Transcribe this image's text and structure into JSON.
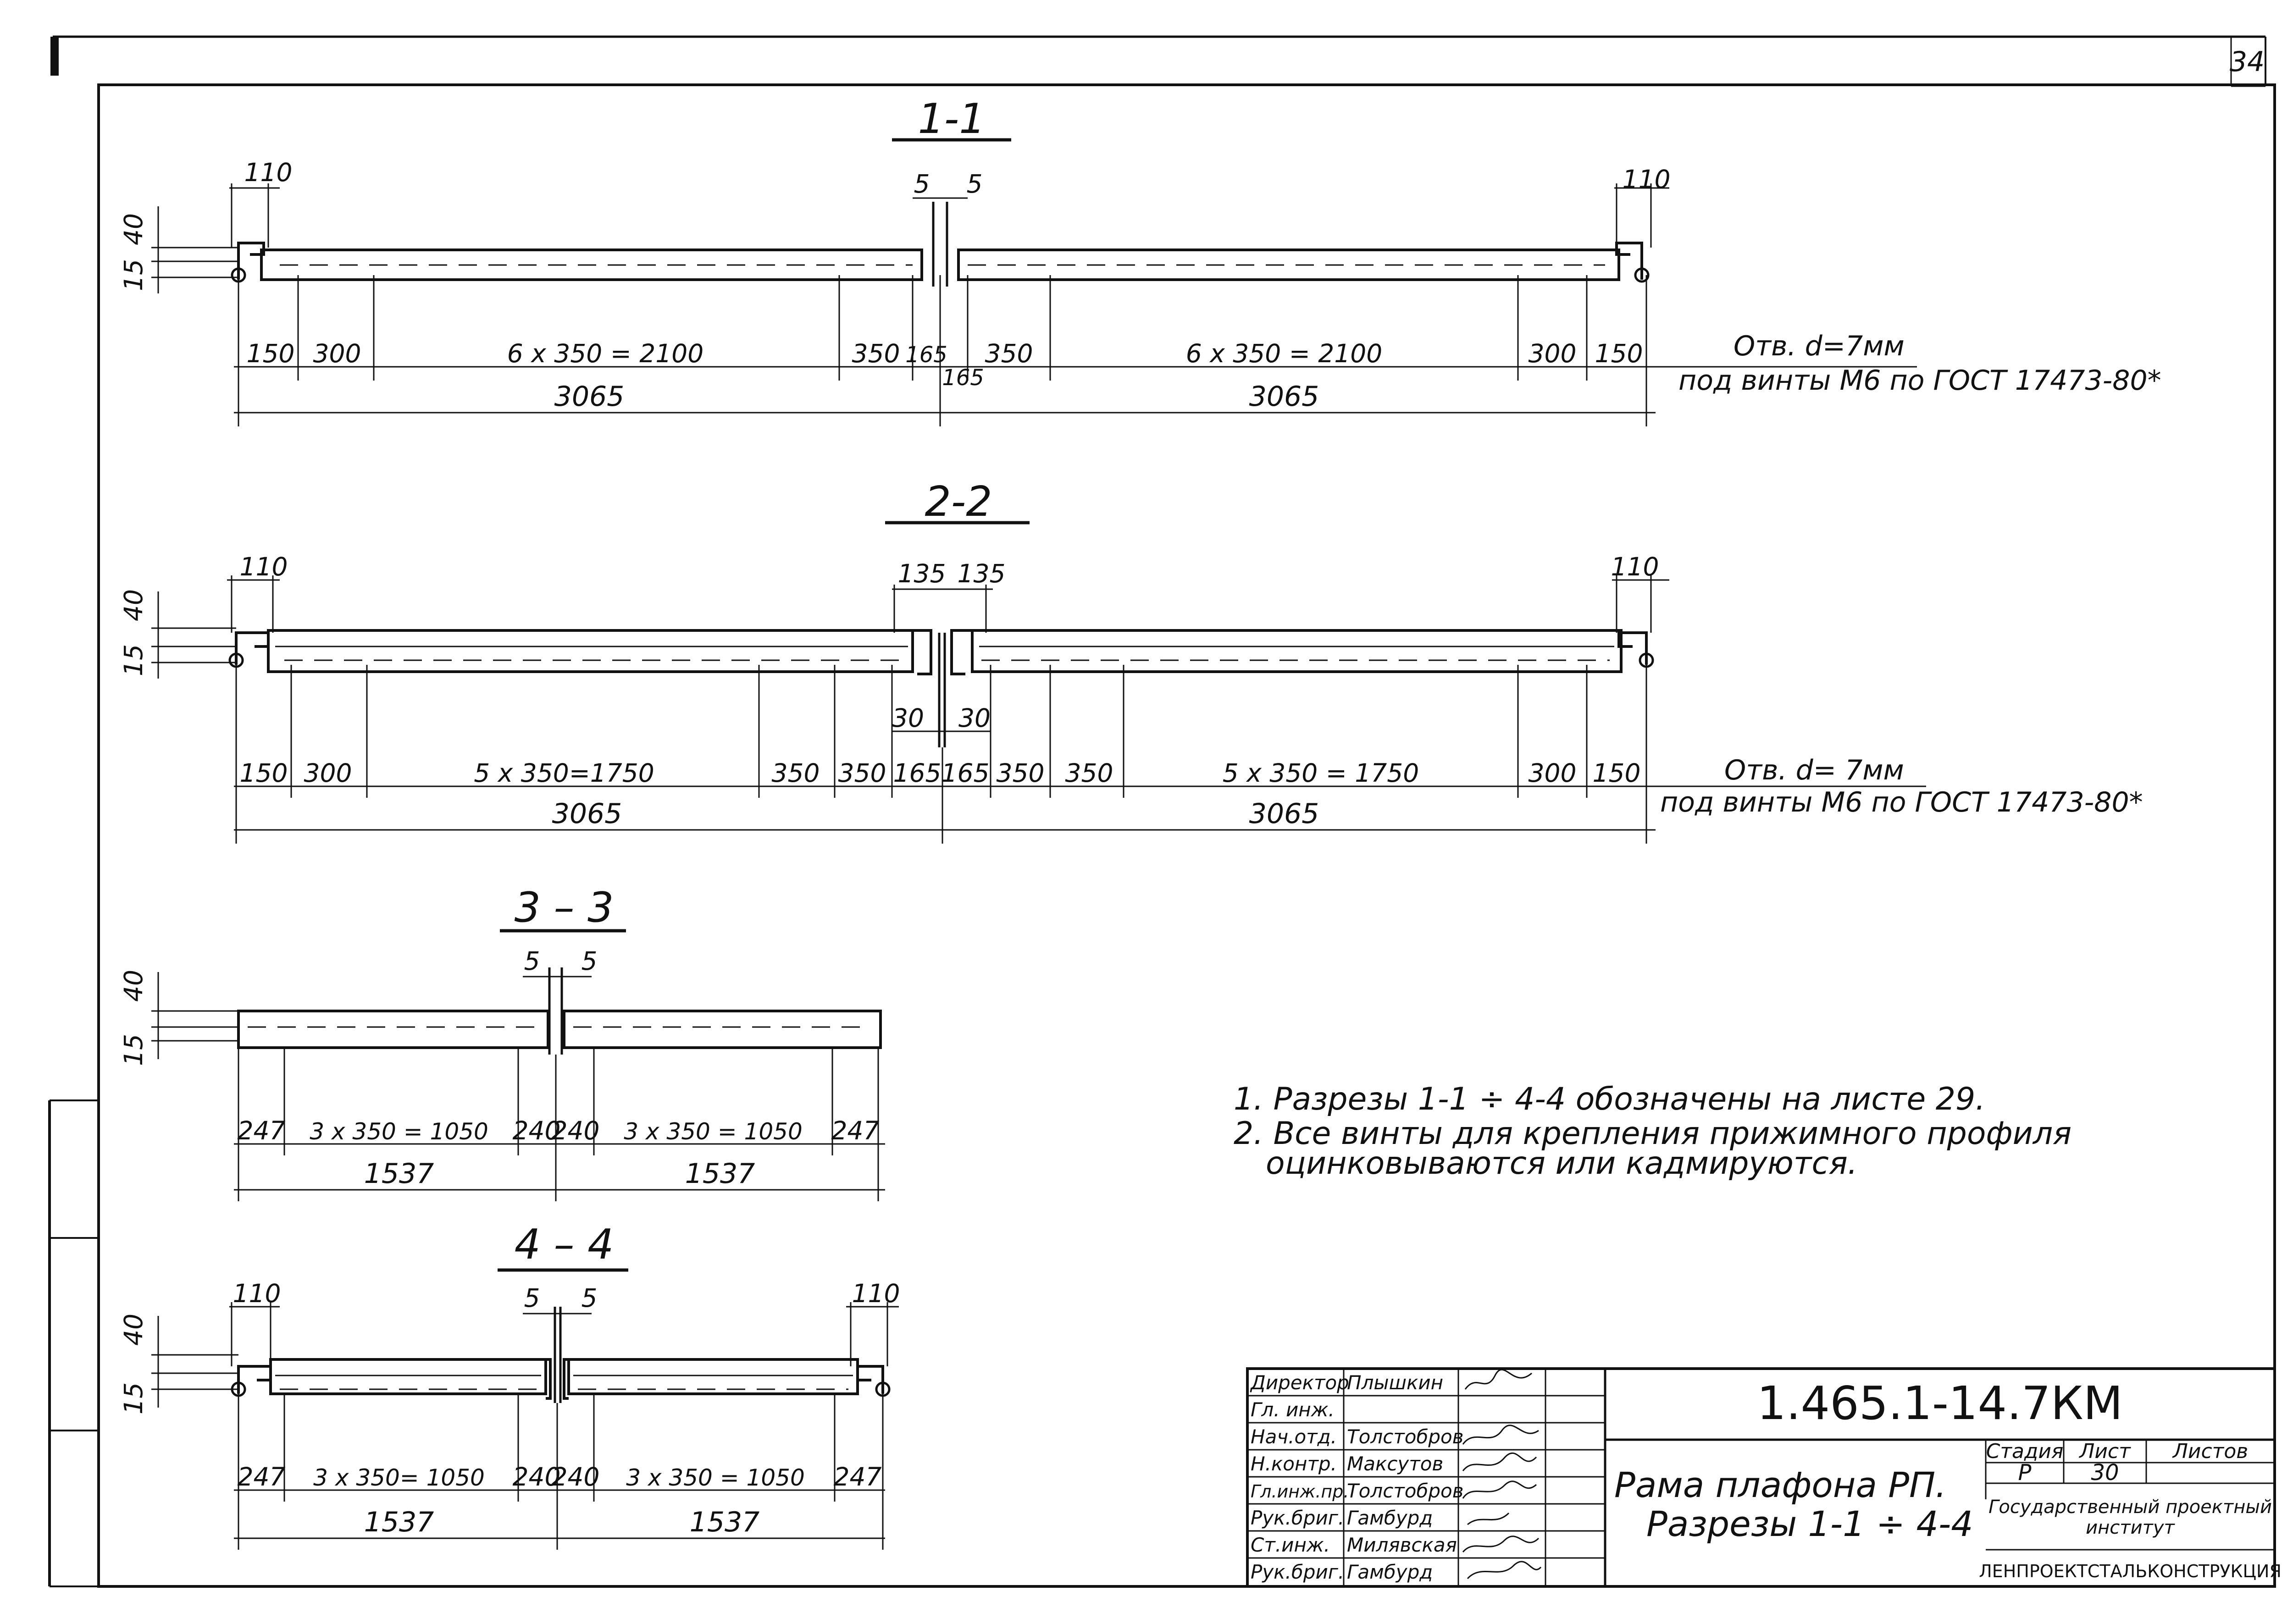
{
  "sheet_corner": "34",
  "sections": {
    "s11": {
      "title": "1-1",
      "top_dims": [
        "110",
        "5",
        "5",
        "110"
      ],
      "side_dims": [
        "40",
        "15"
      ],
      "chain": [
        "150",
        "300",
        "6 x 350 = 2100",
        "350",
        "165",
        "350",
        "6 x 350 = 2100",
        "300",
        "150"
      ],
      "center_dim": "165",
      "totals": [
        "3065",
        "3065"
      ],
      "note_line1": "Отв. d=7мм",
      "note_line2": "под винты М6 по ГОСТ 17473-80*"
    },
    "s22": {
      "title": "2-2",
      "top_dims": [
        "110",
        "135",
        "135",
        "110"
      ],
      "side_dims": [
        "40",
        "15"
      ],
      "mid_dims": [
        "30",
        "30"
      ],
      "chain": [
        "150",
        "300",
        "5 x 350=1750",
        "350",
        "350",
        "165",
        "165",
        "350",
        "350",
        "5 x 350 = 1750",
        "300",
        "150"
      ],
      "totals": [
        "3065",
        "3065"
      ],
      "note_line1": "Отв. d= 7мм",
      "note_line2": "под винты М6 по ГОСТ 17473-80*"
    },
    "s33": {
      "title": "3 – 3",
      "top_dims": [
        "5",
        "5"
      ],
      "side_dims": [
        "40",
        "15"
      ],
      "chain": [
        "247",
        "3 x 350 = 1050",
        "240",
        "240",
        "3 x 350 = 1050",
        "247"
      ],
      "totals": [
        "1537",
        "1537"
      ]
    },
    "s44": {
      "title": "4 – 4",
      "top_dims": [
        "110",
        "5",
        "5",
        "110"
      ],
      "side_dims": [
        "40",
        "15"
      ],
      "chain": [
        "247",
        "3 x 350= 1050",
        "240",
        "240",
        "3 x 350 = 1050",
        "247"
      ],
      "totals": [
        "1537",
        "1537"
      ]
    }
  },
  "notes": [
    "1.  Разрезы 1-1 ÷ 4-4  обозначены  на  листе 29.",
    "2.  Все  винты  для  крепления  прижимного  профиля",
    "оцинковываются  или  кадмируются."
  ],
  "title_block": {
    "roles": [
      "Директор",
      "Гл. инж.",
      "Нач.отд.",
      "Н.контр.",
      "Гл.инж.пр.",
      "Рук.бриг.",
      "Ст.инж.",
      "Рук.бриг."
    ],
    "names": [
      "Плышкин",
      "",
      "Толстобров",
      "Максутов",
      "Толстобров",
      "Гамбурд",
      "Милявская",
      "Гамбурд"
    ],
    "signatures": [
      "Плыш",
      "",
      "Толст",
      "Макс",
      "Толст",
      "ГС",
      "Милявск",
      "Гамб"
    ],
    "code": "1.465.1-14.7КМ",
    "drawing_title_1": "Рама плафона РП.",
    "drawing_title_2": "Разрезы 1-1 ÷ 4-4",
    "stage_label": "Стадия",
    "sheet_label": "Лист",
    "sheets_label": "Листов",
    "stage": "Р",
    "sheet": "30",
    "sheets": "",
    "institute_1": "Государственный проектный",
    "institute_2": "институт",
    "org": "ЛЕНПРОЕКТСТАЛЬКОНСТРУКЦИЯ"
  }
}
